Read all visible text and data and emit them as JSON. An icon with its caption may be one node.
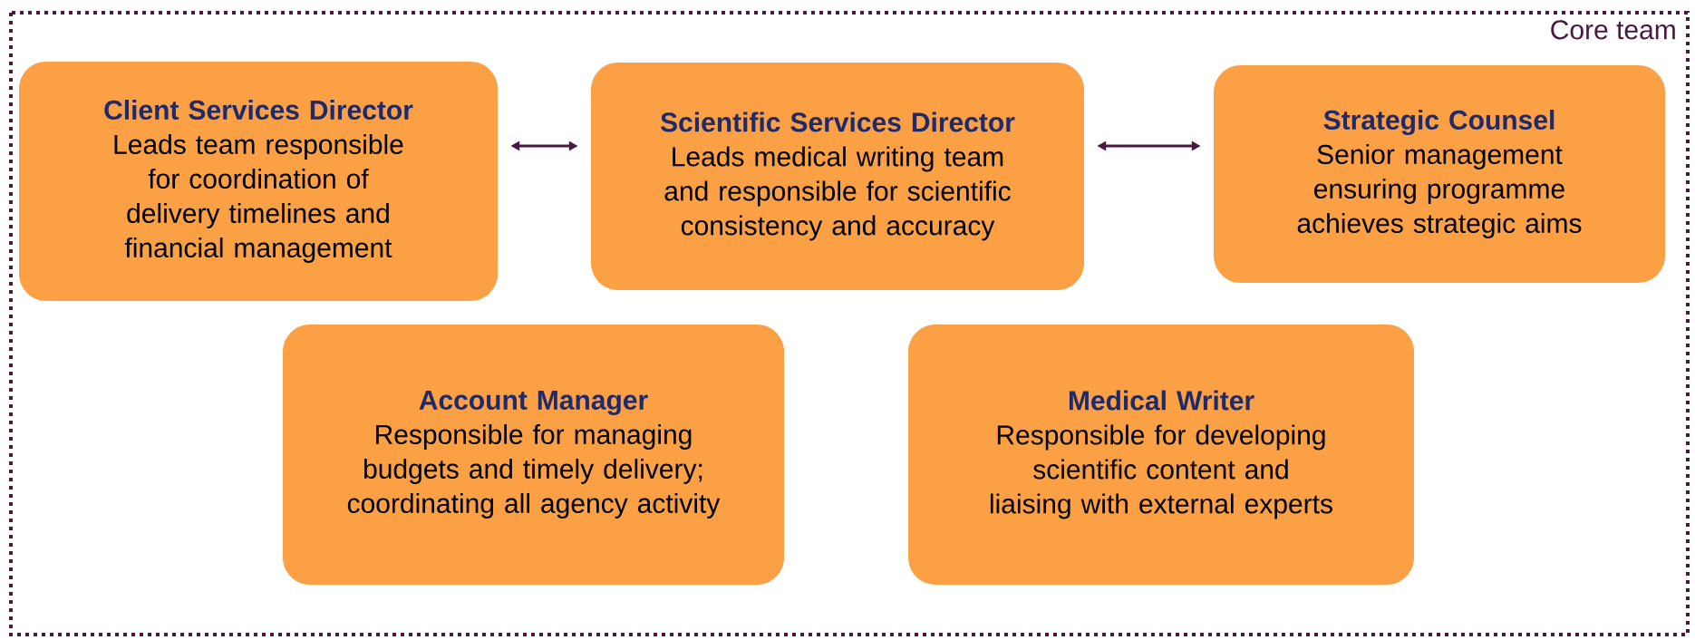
{
  "diagram": {
    "nodes": [
      {
        "text": [
          "Core team"
        ]
      },
      {
        "text": [
          "Client Services Director",
          "Leads team responsible for coordination of delivery timelines and financial management"
        ],
        "in": 0
      },
      {
        "text": [
          "Scientific Services Director",
          "Leads medical writing team and responsible for scientific consistency and accuracy"
        ],
        "in": 0
      },
      {
        "text": [
          "Strategic Counsel",
          "Senior management ensuring programme achieves strategic aims"
        ],
        "in": 0
      },
      {
        "text": [
          "Account Manager",
          "Responsible for managing budgets and timely delivery; coordinating all agency activity"
        ],
        "in": 0
      },
      {
        "text": [
          "Medical Writer",
          "Responsible for developing scientific content and liaising with external experts"
        ],
        "in": 0
      }
    ],
    "edges": [
      {
        "from": 1,
        "to": 2,
        "arrow": "both"
      },
      {
        "from": 2,
        "to": 3,
        "arrow": "both"
      }
    ]
  }
}
